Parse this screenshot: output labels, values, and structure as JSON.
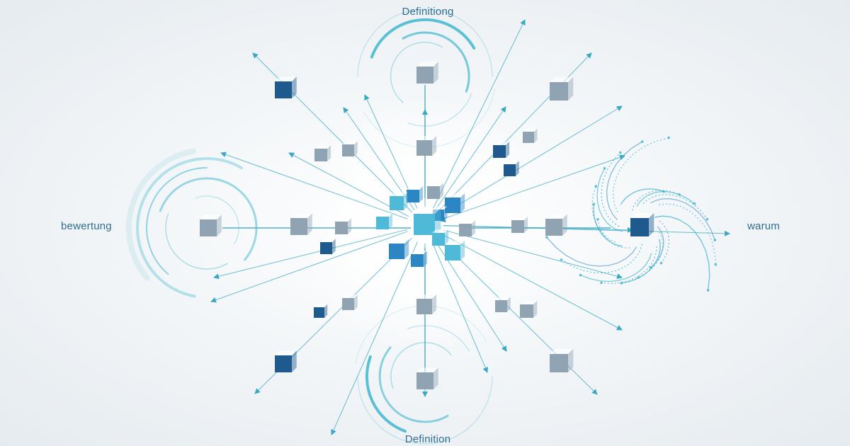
{
  "labels": {
    "top": "Definitiong",
    "bottom": "Definition",
    "left": "bewertung",
    "right": "warum"
  },
  "colors": {
    "background": "#eef2f5",
    "label_text": "#2f6e91",
    "arrow_teal": "#3aa9c2",
    "cube_navy": "#1f5a8f",
    "cube_blue": "#2d86c4",
    "cube_cyan": "#4fb9d8",
    "cube_grey": "#8fa3b3",
    "ring_teal": "#3fb6cf"
  },
  "icons": {
    "nodes": "cube-icon",
    "connectors": "arrow-icon",
    "rings": "spiral-ring-icon"
  }
}
